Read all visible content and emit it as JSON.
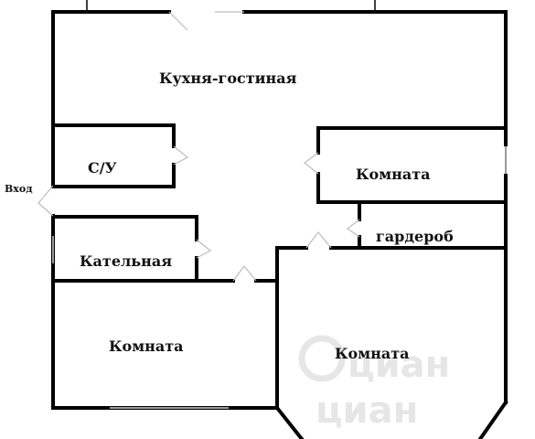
{
  "rooms": {
    "kitchen_living": "Кухня-гостиная",
    "bathroom": "С/У",
    "room_right": "Комната",
    "wardrobe": "гардероб",
    "boiler_room": "Кательная",
    "room_bottom_left": "Комната",
    "room_bottom_right": "Комната"
  },
  "entrance": "Вход",
  "watermark": {
    "line1": "циан",
    "line2": "циан"
  }
}
